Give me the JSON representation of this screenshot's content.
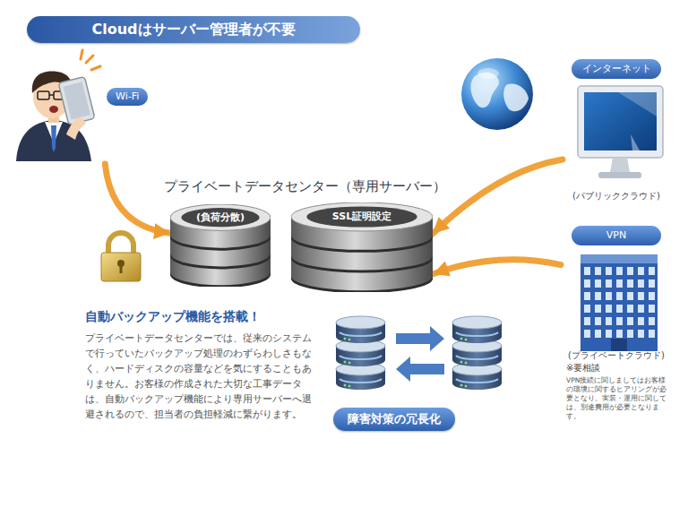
{
  "diagram": {
    "title": "Cloudはサーバー管理者が不要",
    "nodes": [
      {
        "text": [
          "プライベートデータセンター（専用サーバー）"
        ]
      },
      {
        "text": [
          "(負荷分散)"
        ],
        "in": 0
      },
      {
        "text": [
          "SSL証明設定"
        ],
        "in": 0
      },
      {
        "text": [
          "自動バックアップ機能を搭載！",
          "プライベートデータセンターでは、従来のシステムで行っていたバックアップ処理のわずらわしさもなく、ハードディスクの容量などを気にすることもありません。お客様の作成された大切な工事データは、自動バックアップ機能により専用サーバーへ退避されるので、担当者の負担軽減に繋がります。"
        ],
        "in": 0
      },
      {
        "text": [
          "障害対策の冗長化"
        ],
        "in": 0
      },
      {
        "text": [
          "Wi-Fi"
        ]
      },
      {
        "text": [
          "インターネット",
          "(パブリッククラウド)"
        ]
      },
      {
        "text": [
          "VPN",
          "(プライベートクラウド)",
          "※要相談",
          "VPN接続に関しましてはお客様の環境に関するヒアリングが必要となり、実装・運用に関しては、別途費用が必要となります。"
        ]
      }
    ],
    "edges": [
      {
        "from": 5,
        "to": 1,
        "arrow": "to"
      },
      {
        "from": 6,
        "to": 2,
        "arrow": "to"
      },
      {
        "from": 7,
        "to": 2,
        "arrow": "to"
      }
    ]
  }
}
